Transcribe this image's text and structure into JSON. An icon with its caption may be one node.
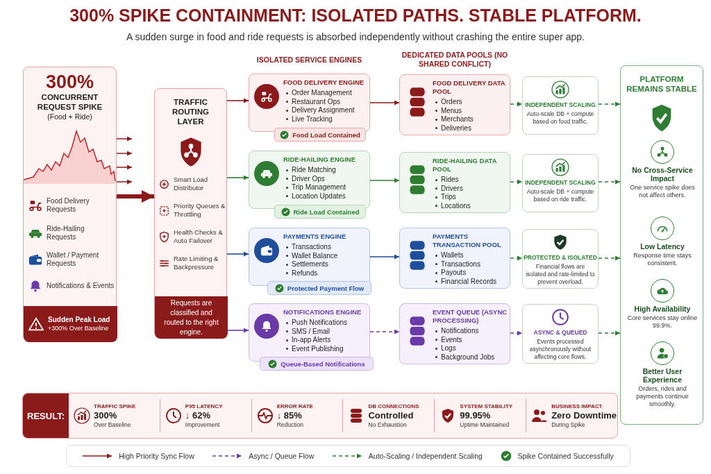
{
  "diagram": {
    "title": "300% SPIKE CONTAINMENT: ISOLATED PATHS. STABLE PLATFORM.",
    "caption": "A sudden surge in food and ride requests is absorbed independently without crashing the entire super app.",
    "nodes": [
      {
        "text": [
          "300%",
          "CONCURRENT REQUEST SPIKE",
          "(Food + Ride)"
        ]
      },
      {
        "text": [
          "Food Delivery Requests"
        ],
        "in": 0
      },
      {
        "text": [
          "Ride-Hailing Requests"
        ],
        "in": 0
      },
      {
        "text": [
          "Wallet / Payment Requests"
        ],
        "in": 0
      },
      {
        "text": [
          "Notifications & Events"
        ],
        "in": 0
      },
      {
        "text": [
          "Sudden Peak Load",
          "+300% Over Baseline"
        ],
        "in": 0
      },
      {
        "text": [
          "TRAFFIC ROUTING LAYER"
        ]
      },
      {
        "text": [
          "Smart Load Distributor"
        ],
        "in": 6
      },
      {
        "text": [
          "Priority Queues & Throttling"
        ],
        "in": 6
      },
      {
        "text": [
          "Health Checks & Auto Failover"
        ],
        "in": 6
      },
      {
        "text": [
          "Rate Limiting & Backpressure"
        ],
        "in": 6
      },
      {
        "text": [
          "Requests are classified and routed to the right engine."
        ],
        "in": 6
      },
      {
        "text": [
          "FOOD DELIVERY ENGINE",
          "Order Management",
          "Restaurant Ops",
          "Delivery Assignment",
          "Live Tracking"
        ]
      },
      {
        "text": [
          "Food Load Contained"
        ]
      },
      {
        "text": [
          "RIDE-HAILING ENGINE",
          "Ride Matching",
          "Driver Ops",
          "Trip Management",
          "Location Updates"
        ]
      },
      {
        "text": [
          "Ride Load Contained"
        ]
      },
      {
        "text": [
          "PAYMENTS ENGINE",
          "Transactions",
          "Wallet Balance",
          "Settlements",
          "Refunds"
        ]
      },
      {
        "text": [
          "Protected Payment Flow"
        ]
      },
      {
        "text": [
          "NOTIFICATIONS ENGINE",
          "Push Notifications",
          "SMS / Email",
          "In-app Alerts",
          "Event Publishing"
        ]
      },
      {
        "text": [
          "Queue-Based Notifications"
        ]
      },
      {
        "text": [
          "FOOD DELIVERY DATA POOL",
          "Orders",
          "Menus",
          "Merchants",
          "Deliveries"
        ]
      },
      {
        "text": [
          "RIDE-HAILING DATA POOL",
          "Rides",
          "Drivers",
          "Trips",
          "Locations"
        ]
      },
      {
        "text": [
          "PAYMENTS TRANSACTION POOL",
          "Wallets",
          "Transactions",
          "Payouts",
          "Financial Records"
        ]
      },
      {
        "text": [
          "EVENT QUEUE (ASYNC PROCESSING)",
          "Notifications",
          "Events",
          "Logs",
          "Background Jobs"
        ]
      },
      {
        "text": [
          "INDEPENDENT SCALING",
          "Auto-scale DB + compute based on food traffic."
        ]
      },
      {
        "text": [
          "INDEPENDENT SCALING",
          "Auto-scale DB + compute based on ride traffic."
        ]
      },
      {
        "text": [
          "PROTECTED & ISOLATED",
          "Financial flows are isolated and rate-limited to prevent overload."
        ]
      },
      {
        "text": [
          "ASYNC & QUEUED",
          "Events processed asynchronously without affecting core flows."
        ]
      },
      {
        "text": [
          "PLATFORM REMAINS STABLE"
        ]
      },
      {
        "text": [
          "No Cross-Service Impact",
          "One service spike does not affect others."
        ],
        "in": 28
      },
      {
        "text": [
          "Low Latency",
          "Response time stays consistent."
        ],
        "in": 28
      },
      {
        "text": [
          "High Availability",
          "Core services stay online 99.9%."
        ],
        "in": 28
      },
      {
        "text": [
          "Better User Experience",
          "Orders, rides and payments continue smoothly."
        ],
        "in": 28
      },
      {
        "text": [
          "RESULT:",
          "TRAFFIC SPIKE",
          "300%",
          "Over Baseline",
          "P95 LATENCY",
          "↓ 62%",
          "Improvement",
          "ERROR RATE",
          "↓ 85%",
          "Reduction",
          "DB CONNECTIONS",
          "Controlled",
          "No Exhaustion",
          "SYSTEM STABILITY",
          "99.95%",
          "Uptime Maintained",
          "BUSINESS IMPACT",
          "Zero Downtime",
          "During Spike"
        ]
      }
    ],
    "edges": [
      {
        "from": 0,
        "to": 6,
        "arrow": "to",
        "style": "thick",
        "color": "#8b1a1a"
      },
      {
        "from": 6,
        "to": 12,
        "arrow": "to",
        "color": "#8b1a1a"
      },
      {
        "from": 6,
        "to": 14,
        "arrow": "to",
        "color": "#2e7d32"
      },
      {
        "from": 6,
        "to": 16,
        "arrow": "to",
        "color": "#1f4e9c"
      },
      {
        "from": 6,
        "to": 18,
        "arrow": "to",
        "color": "#6a3aa8"
      },
      {
        "from": 12,
        "to": 20,
        "arrow": "to",
        "color": "#8b1a1a"
      },
      {
        "from": 14,
        "to": 21,
        "arrow": "to"
      },
      {
        "from": 16,
        "to": 22,
        "arrow": "to",
        "color": "#1f4e9c"
      },
      {
        "from": 18,
        "to": 23,
        "arrow": "to",
        "style": "dashed",
        "color": "#6a3aa8"
      },
      {
        "from": 20,
        "to": 24,
        "arrow": "to",
        "style": "dashed"
      },
      {
        "from": 21,
        "to": 25,
        "arrow": "to",
        "style": "dashed"
      },
      {
        "from": 22,
        "to": 26,
        "arrow": "to",
        "style": "dashed"
      },
      {
        "from": 23,
        "to": 27,
        "arrow": "to",
        "style": "dashed",
        "color": "#6a3aa8"
      },
      {
        "from": 24,
        "to": 28,
        "arrow": "to",
        "style": "dashed"
      },
      {
        "from": 25,
        "to": 28,
        "arrow": "to",
        "style": "dashed"
      },
      {
        "from": 26,
        "to": 28,
        "arrow": "to",
        "style": "dashed"
      },
      {
        "from": 27,
        "to": 28,
        "arrow": "to",
        "style": "dashed"
      }
    ],
    "labels": [
      "ISOLATED SERVICE ENGINES",
      "DEDICATED DATA POOLS (NO SHARED CONFLICT)"
    ],
    "legend": [
      {
        "text": "High Priority Sync Flow"
      },
      {
        "text": "Async / Queue Flow"
      },
      {
        "text": "Auto-Scaling / Independent Scaling"
      },
      {
        "text": "Spike Contained Successfully"
      }
    ]
  }
}
